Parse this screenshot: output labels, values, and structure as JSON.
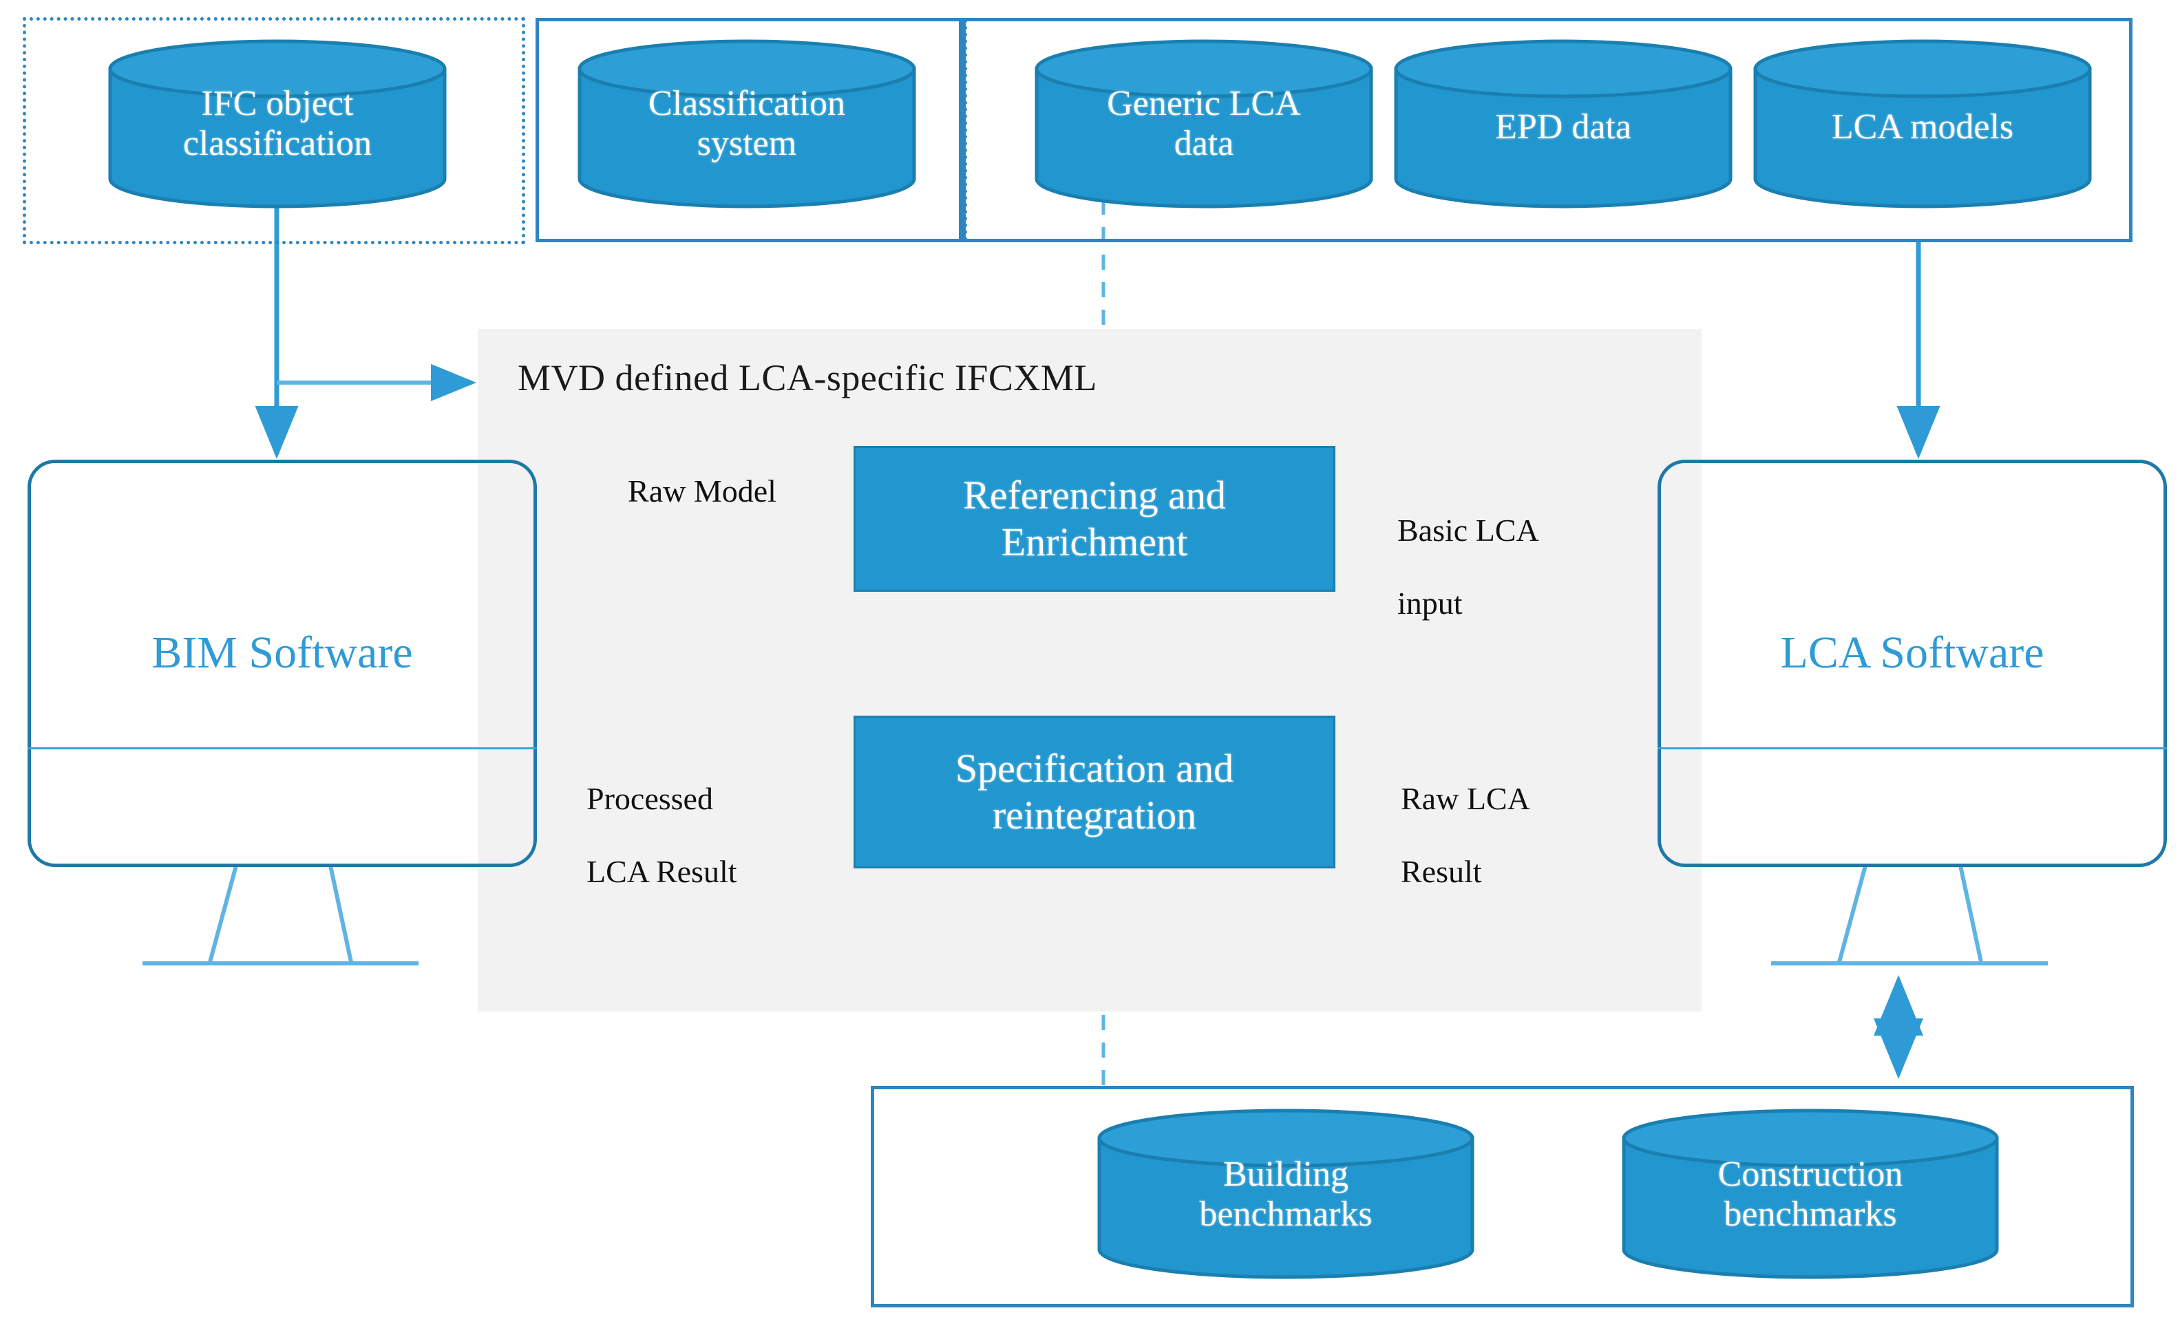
{
  "diagram": {
    "title": "BIM-LCA integration workflow",
    "colors": {
      "accent": "#2296CE",
      "accent_dark": "#1F78A8",
      "panel_gray": "#F2F2F2",
      "label_text": "#111111",
      "monitor_text": "#2E9BD6"
    }
  },
  "groups": {
    "ifc_group": {
      "border_style": "dotted"
    },
    "classification_group": {
      "border_style": "solid"
    },
    "lca_data_group": {
      "border_style": "solid"
    },
    "benchmarks_group": {
      "border_style": "solid"
    }
  },
  "databases": [
    {
      "id": "ifc-object-classification",
      "label": "IFC object\nclassification",
      "line1": "IFC object",
      "line2": "classification"
    },
    {
      "id": "classification-system",
      "label": "Classification\nsystem",
      "line1": "Classification",
      "line2": "system"
    },
    {
      "id": "generic-lca-data",
      "label": "Generic LCA\ndata",
      "line1": "Generic LCA",
      "line2": "data"
    },
    {
      "id": "epd-data",
      "label": "EPD data",
      "line1": "EPD data",
      "line2": ""
    },
    {
      "id": "lca-models",
      "label": "LCA models",
      "line1": "LCA models",
      "line2": ""
    },
    {
      "id": "building-benchmarks",
      "label": "Building\nbenchmarks",
      "line1": "Building",
      "line2": "benchmarks"
    },
    {
      "id": "construction-benchmarks",
      "label": "Construction\nbenchmarks",
      "line1": "Construction",
      "line2": "benchmarks"
    }
  ],
  "mvd_panel": {
    "label": "MVD defined  LCA-specific IFCXML"
  },
  "monitors": [
    {
      "id": "bim-software",
      "label": "BIM Software"
    },
    {
      "id": "lca-software",
      "label": "LCA Software"
    }
  ],
  "processes": [
    {
      "id": "referencing-and-enrichment",
      "line1": "Referencing  and",
      "line2": "Enrichment"
    },
    {
      "id": "specification-and-reintegration",
      "line1": "Specification  and",
      "line2": "reintegration"
    }
  ],
  "flows": [
    {
      "id": "raw-model",
      "label": "Raw Model"
    },
    {
      "id": "basic-lca-input",
      "line1": "Basic LCA",
      "line2": "input"
    },
    {
      "id": "processed-lca-result",
      "line1": "Processed",
      "line2": "LCA Result"
    },
    {
      "id": "raw-lca-result",
      "line1": "Raw LCA",
      "line2": "Result"
    }
  ]
}
